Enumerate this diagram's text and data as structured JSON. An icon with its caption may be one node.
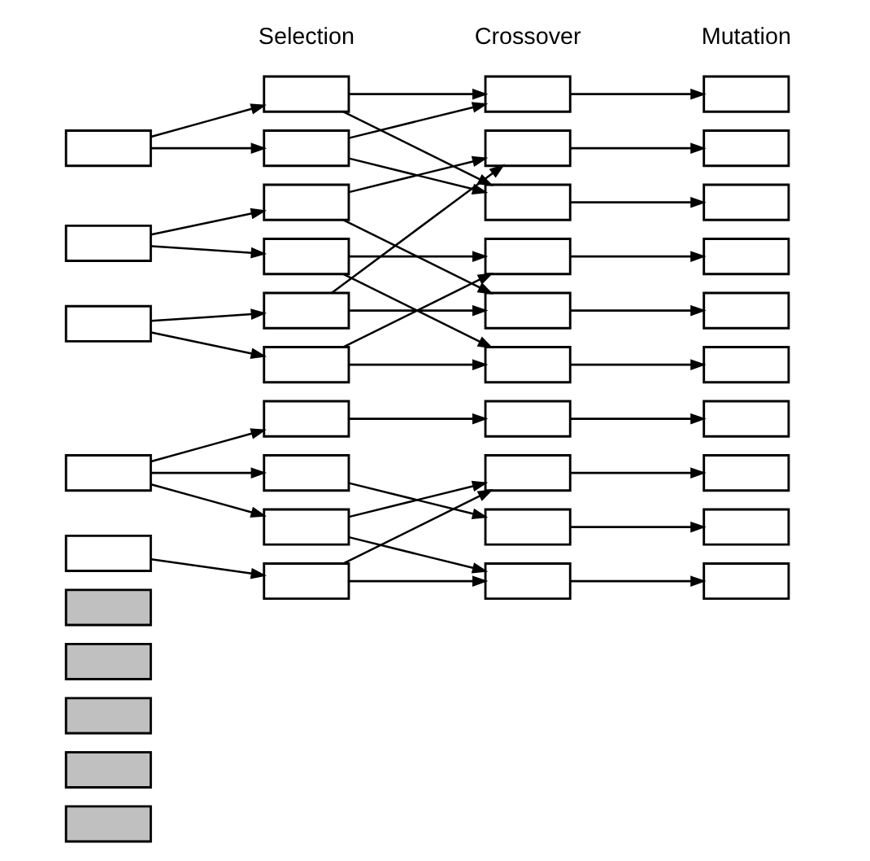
{
  "diagram": {
    "nodes": [
      {
        "text": [],
        "shape": "box"
      },
      {
        "text": [],
        "shape": "box"
      },
      {
        "text": [],
        "shape": "box"
      },
      {
        "text": [],
        "shape": "box"
      },
      {
        "text": [],
        "shape": "box"
      },
      {
        "text": [],
        "shape": "box"
      },
      {
        "text": [],
        "shape": "box"
      },
      {
        "text": [],
        "shape": "box"
      },
      {
        "text": [],
        "shape": "box"
      },
      {
        "text": [],
        "shape": "box"
      },
      {
        "text": [],
        "shape": "box"
      },
      {
        "text": [],
        "shape": "box"
      },
      {
        "text": [],
        "shape": "box"
      },
      {
        "text": [],
        "shape": "box"
      },
      {
        "text": [],
        "shape": "box"
      },
      {
        "text": [],
        "shape": "box"
      },
      {
        "text": [],
        "shape": "box"
      },
      {
        "text": [],
        "shape": "box"
      },
      {
        "text": [],
        "shape": "box"
      },
      {
        "text": [],
        "shape": "box"
      },
      {
        "text": [],
        "shape": "box"
      },
      {
        "text": [],
        "shape": "box"
      },
      {
        "text": [],
        "shape": "box"
      },
      {
        "text": [],
        "shape": "box"
      },
      {
        "text": [],
        "shape": "box"
      },
      {
        "text": [],
        "shape": "box"
      },
      {
        "text": [],
        "shape": "box"
      },
      {
        "text": [],
        "shape": "box"
      },
      {
        "text": [],
        "shape": "box"
      },
      {
        "text": [],
        "shape": "box"
      },
      {
        "text": [],
        "shape": "box"
      },
      {
        "text": [],
        "shape": "box"
      },
      {
        "text": [],
        "shape": "box"
      },
      {
        "text": [],
        "shape": "box"
      },
      {
        "text": [],
        "shape": "box"
      },
      {
        "text": [],
        "shape": "box"
      },
      {
        "text": [],
        "shape": "box"
      },
      {
        "text": [],
        "shape": "box"
      },
      {
        "text": [],
        "shape": "box"
      },
      {
        "text": [],
        "shape": "box"
      }
    ],
    "edges": [
      {
        "from": 0,
        "to": 10,
        "arrow": "to"
      },
      {
        "from": 0,
        "to": 11,
        "arrow": "to"
      },
      {
        "from": 1,
        "to": 12,
        "arrow": "to"
      },
      {
        "from": 1,
        "to": 13,
        "arrow": "to"
      },
      {
        "from": 2,
        "to": 14,
        "arrow": "to"
      },
      {
        "from": 2,
        "to": 15,
        "arrow": "to"
      },
      {
        "from": 3,
        "to": 16,
        "arrow": "to"
      },
      {
        "from": 3,
        "to": 17,
        "arrow": "to"
      },
      {
        "from": 3,
        "to": 18,
        "arrow": "to"
      },
      {
        "from": 4,
        "to": 19,
        "arrow": "to"
      },
      {
        "from": 10,
        "to": 20,
        "arrow": "to"
      },
      {
        "from": 10,
        "to": 22,
        "arrow": "to"
      },
      {
        "from": 11,
        "to": 20,
        "arrow": "to"
      },
      {
        "from": 11,
        "to": 22,
        "arrow": "to"
      },
      {
        "from": 12,
        "to": 21,
        "arrow": "to"
      },
      {
        "from": 12,
        "to": 24,
        "arrow": "to"
      },
      {
        "from": 13,
        "to": 23,
        "arrow": "to"
      },
      {
        "from": 13,
        "to": 25,
        "arrow": "to"
      },
      {
        "from": 14,
        "to": 21,
        "arrow": "to"
      },
      {
        "from": 14,
        "to": 24,
        "arrow": "to"
      },
      {
        "from": 15,
        "to": 23,
        "arrow": "to"
      },
      {
        "from": 15,
        "to": 25,
        "arrow": "to"
      },
      {
        "from": 16,
        "to": 26,
        "arrow": "to"
      },
      {
        "from": 17,
        "to": 28,
        "arrow": "to"
      },
      {
        "from": 18,
        "to": 27,
        "arrow": "to"
      },
      {
        "from": 18,
        "to": 29,
        "arrow": "to"
      },
      {
        "from": 19,
        "to": 27,
        "arrow": "to"
      },
      {
        "from": 19,
        "to": 29,
        "arrow": "to"
      },
      {
        "from": 20,
        "to": 30,
        "arrow": "to"
      },
      {
        "from": 21,
        "to": 31,
        "arrow": "to"
      },
      {
        "from": 22,
        "to": 32,
        "arrow": "to"
      },
      {
        "from": 23,
        "to": 33,
        "arrow": "to"
      },
      {
        "from": 24,
        "to": 34,
        "arrow": "to"
      },
      {
        "from": 25,
        "to": 35,
        "arrow": "to"
      },
      {
        "from": 26,
        "to": 36,
        "arrow": "to"
      },
      {
        "from": 27,
        "to": 37,
        "arrow": "to"
      },
      {
        "from": 28,
        "to": 38,
        "arrow": "to"
      },
      {
        "from": 29,
        "to": 39,
        "arrow": "to"
      }
    ],
    "labels": [
      "Selection",
      "Crossover",
      "Mutation"
    ]
  }
}
